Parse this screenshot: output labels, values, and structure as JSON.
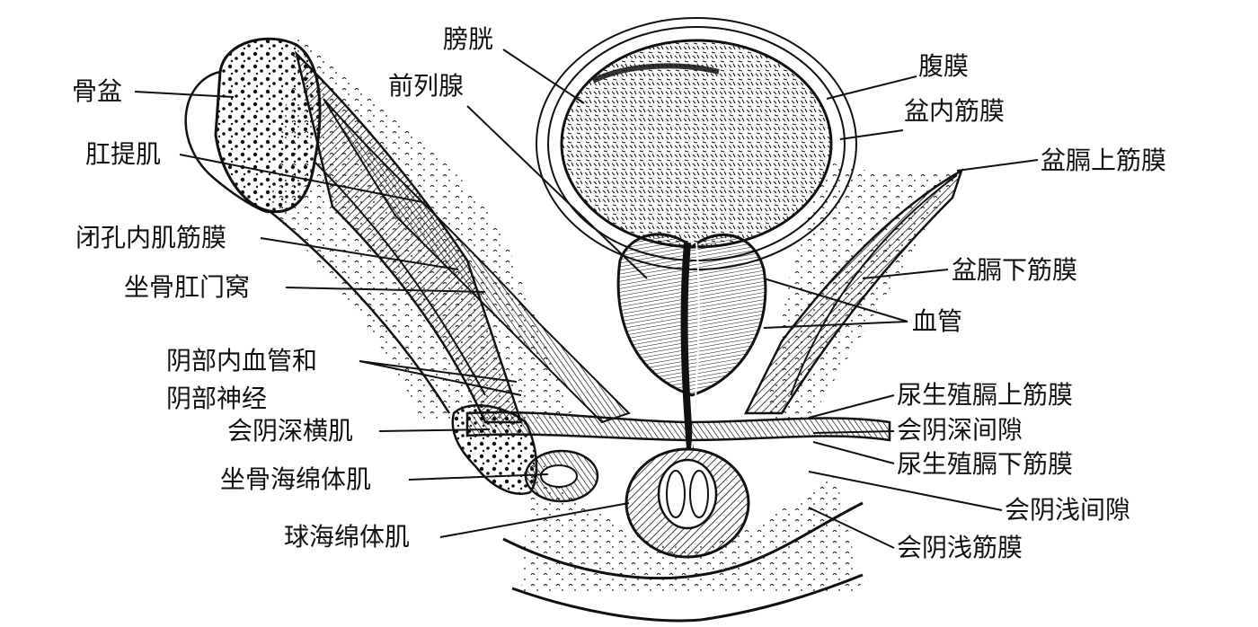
{
  "labels": {
    "pelvis": "骨盆",
    "bladder": "膀胱",
    "prostate": "前列腺",
    "levator_ani": "肛提肌",
    "obturator_fascia": "闭孔内肌筋膜",
    "ischioanal_fossa": "坐骨肛门窝",
    "pudendal_line1": "阴部内血管和",
    "pudendal_line2": "阴部神经",
    "deep_transverse": "会阴深横肌",
    "ischiocavernosus": "坐骨海绵体肌",
    "bulbospongiosus": "球海绵体肌",
    "peritoneum": "腹膜",
    "endopelvic_fascia": "盆内筋膜",
    "sup_diaphragm_fascia": "盆膈上筋膜",
    "inf_diaphragm_fascia": "盆膈下筋膜",
    "vessels": "血管",
    "sup_urogenital_fascia": "尿生殖膈上筋膜",
    "deep_perineal_space": "会阴深间隙",
    "inf_urogenital_fascia": "尿生殖膈下筋膜",
    "superficial_perineal_space": "会阴浅间隙",
    "superficial_perineal_fascia": "会阴浅筋膜"
  },
  "colors": {
    "ink": "#111111",
    "paper": "#ffffff"
  }
}
